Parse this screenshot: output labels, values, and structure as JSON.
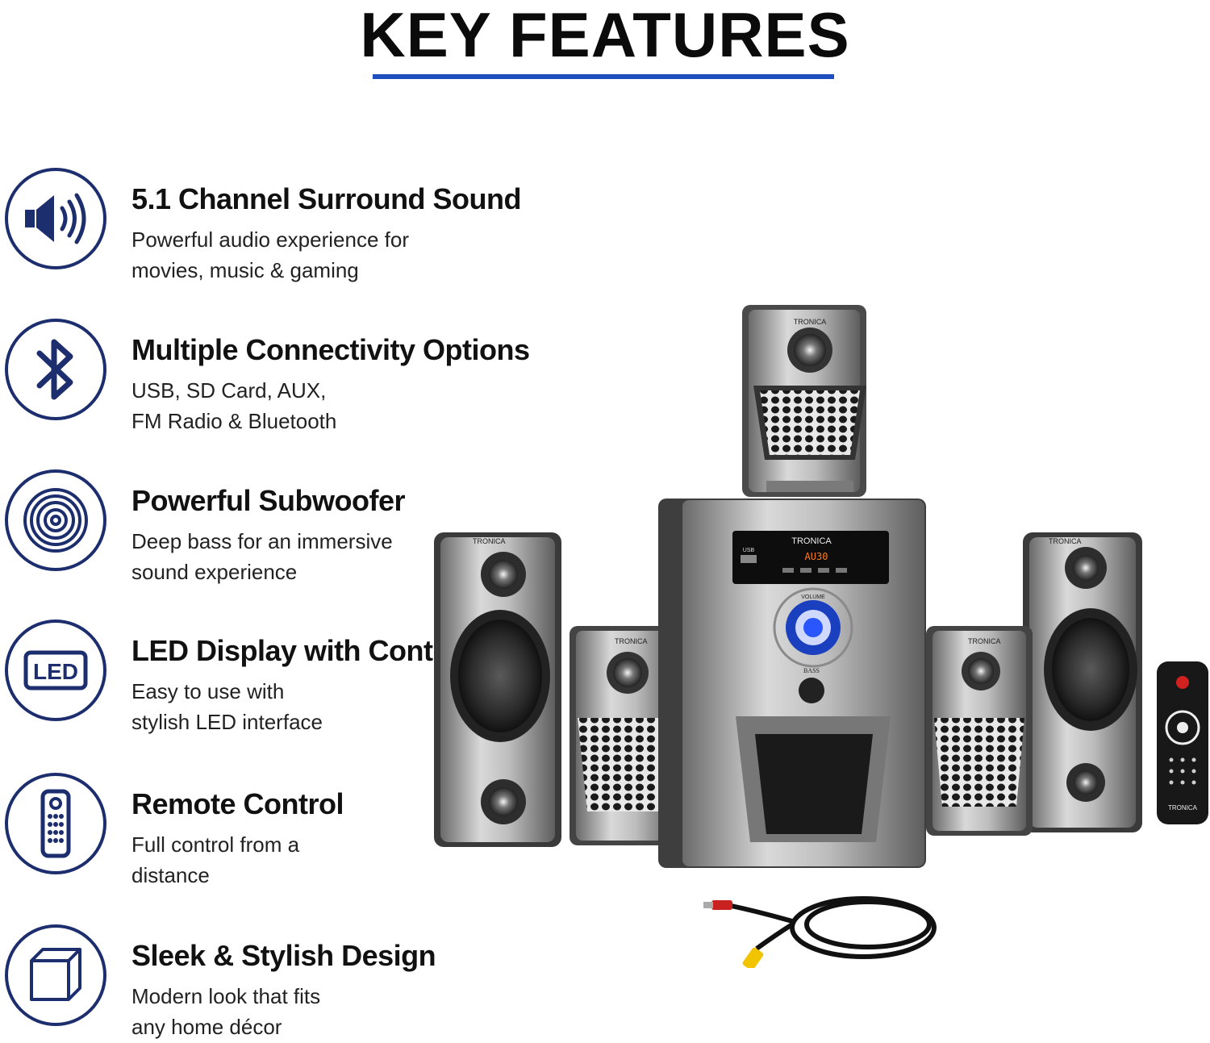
{
  "heading": "KEY FEATURES",
  "colors": {
    "accent": "#1f4fbf",
    "icon_stroke": "#1d2e6e"
  },
  "features": [
    {
      "icon": "speaker-volume-icon",
      "title": "5.1 Channel Surround Sound",
      "line1": "Powerful audio experience for",
      "line2": "movies, music & gaming"
    },
    {
      "icon": "bluetooth-icon",
      "title": "Multiple Connectivity Options",
      "line1": "USB, SD Card, AUX,",
      "line2": "FM Radio & Bluetooth"
    },
    {
      "icon": "concentric-circles-icon",
      "title": "Powerful Subwoofer",
      "line1": "Deep bass for an immersive",
      "line2": "sound experience"
    },
    {
      "icon": "led-icon",
      "title": "LED Display with Controls",
      "line1": "Easy to use with",
      "line2": "stylish LED interface"
    },
    {
      "icon": "remote-icon",
      "title": "Remote Control",
      "line1": "Full control from a",
      "line2": "distance"
    },
    {
      "icon": "cube-icon",
      "title": "Sleek & Stylish Design",
      "line1": "Modern look that fits",
      "line2": "any home décor"
    }
  ],
  "product": {
    "brand": "TRONICA",
    "display_text": "AU30",
    "usb_label": "USB",
    "volume_label": "VOLUME",
    "bass_label": "BASS"
  }
}
